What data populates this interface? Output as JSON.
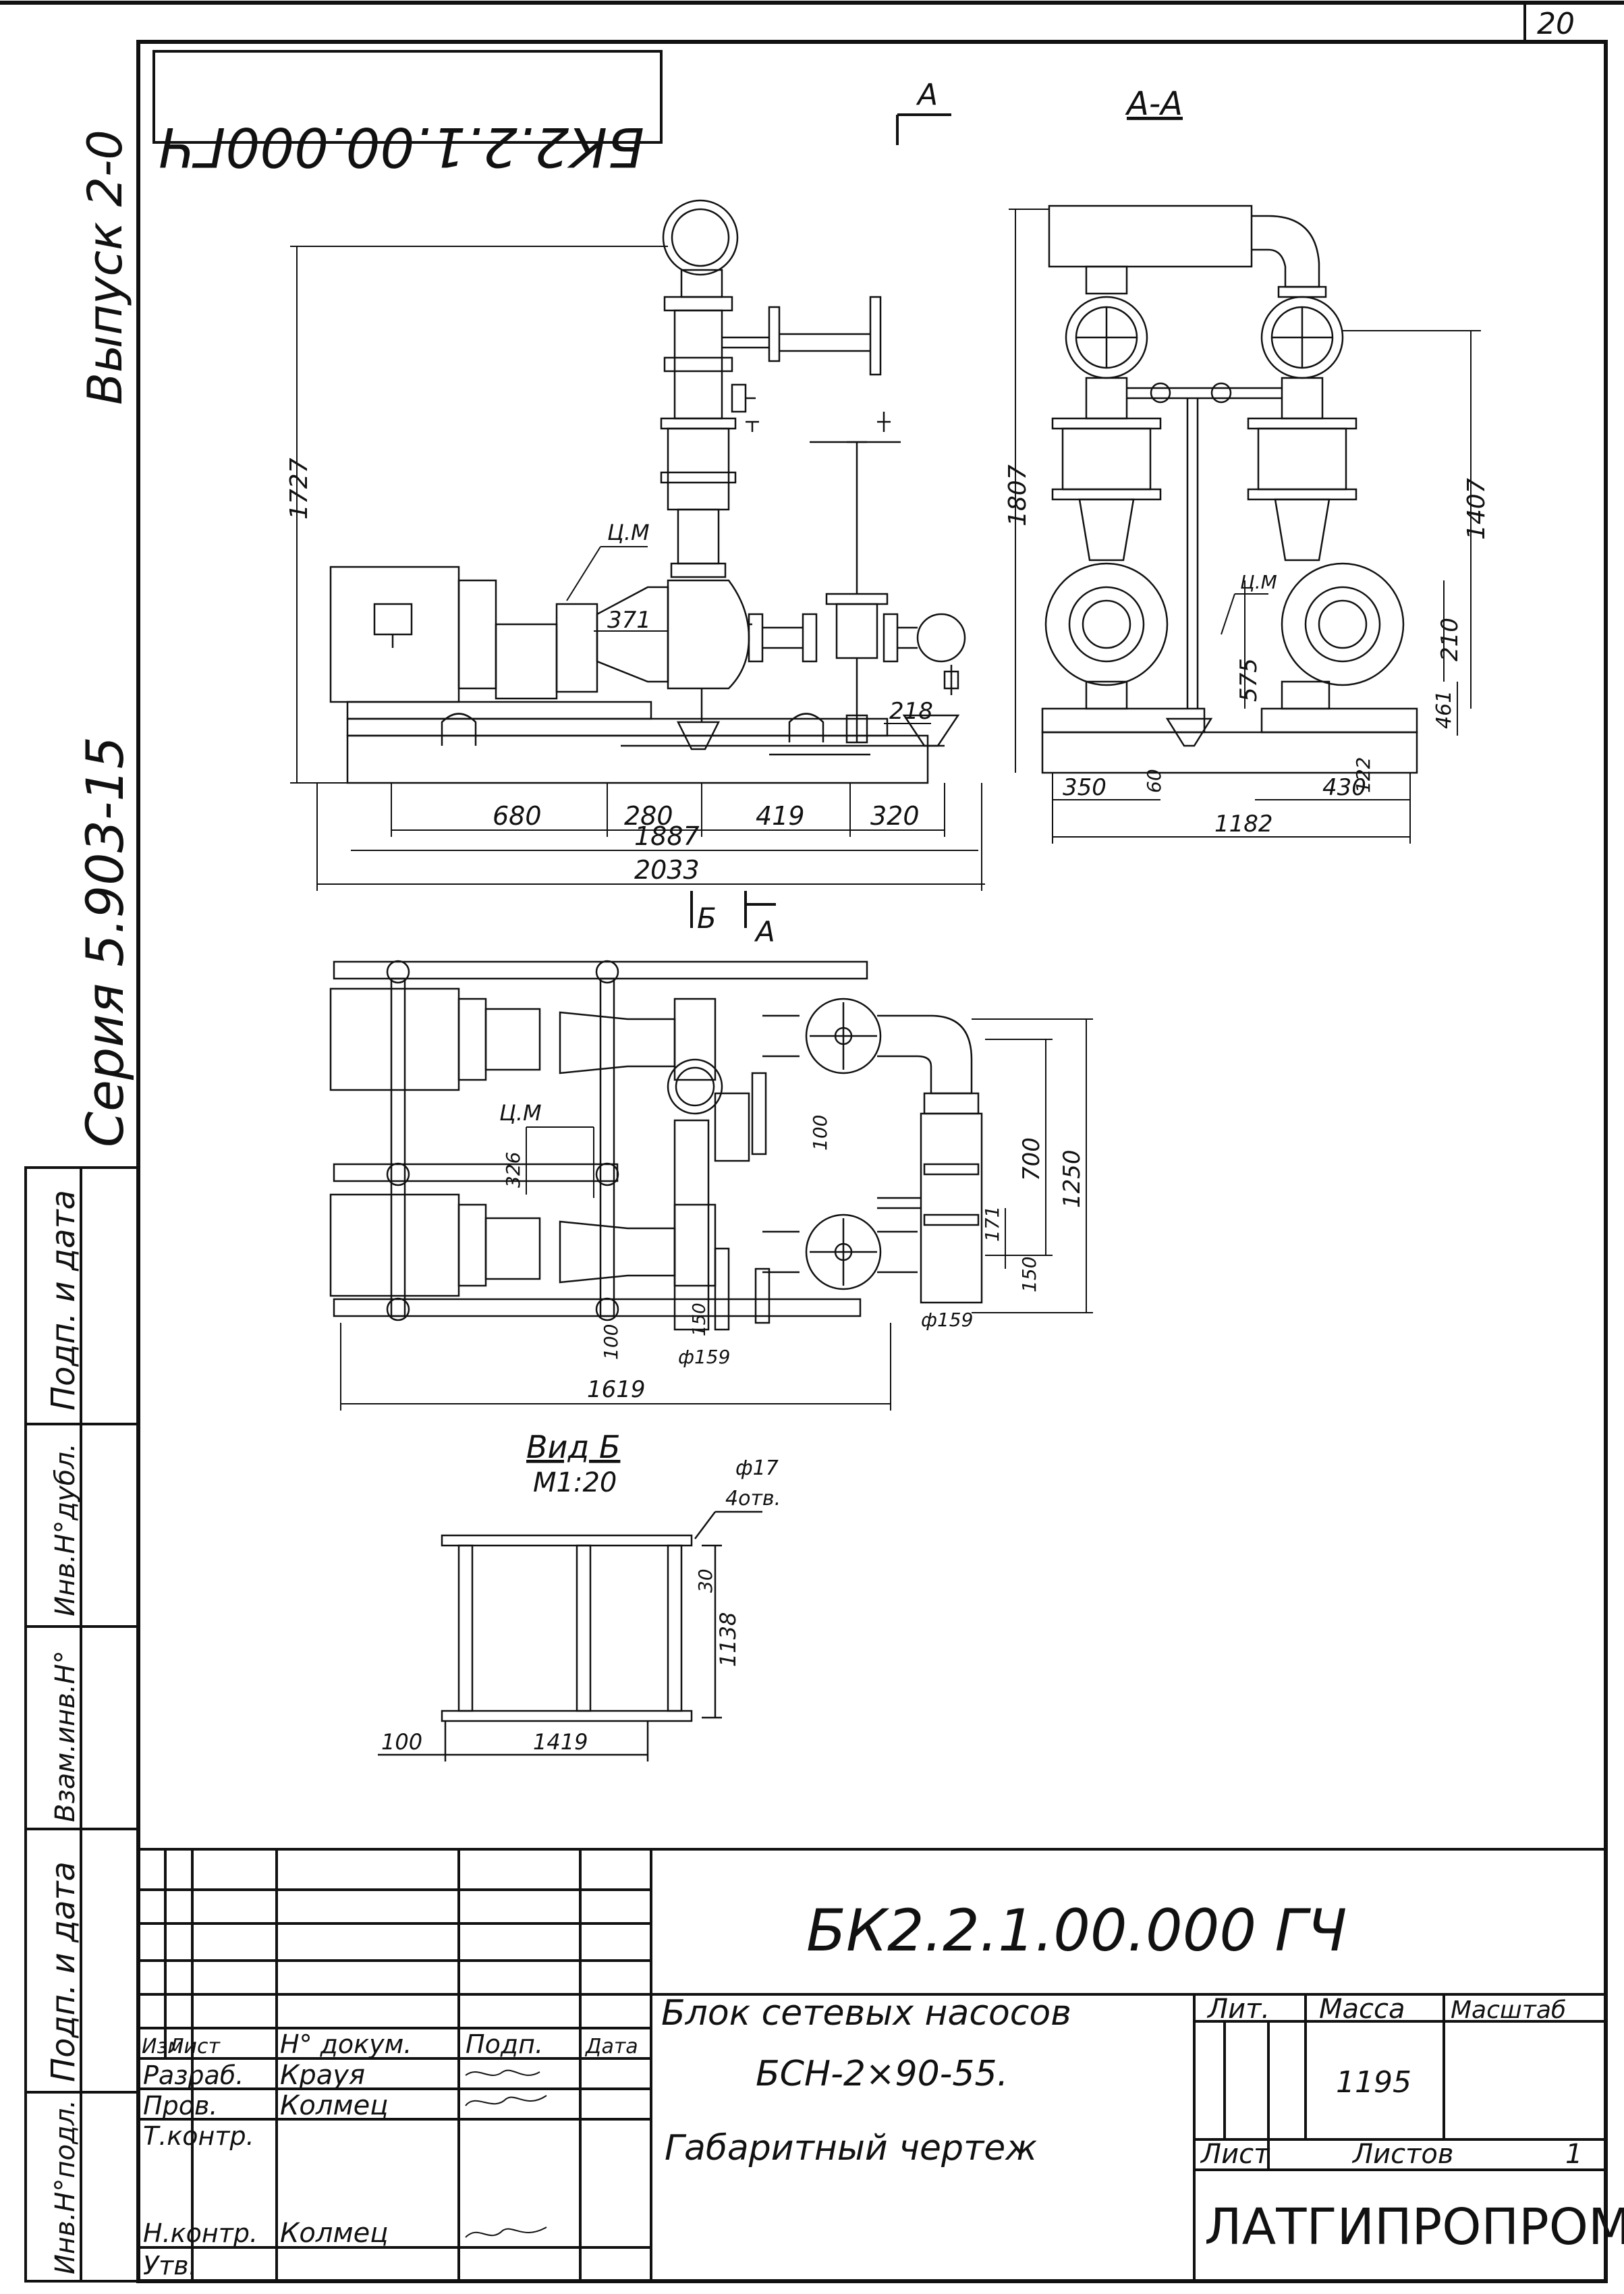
{
  "sheet_number": "20",
  "rotated_code": "БК2.2.1.00.000ГЧ",
  "vypusk": "Выпуск 2-0",
  "seriya": "Серия 5.903-15",
  "section_mark_a": "А",
  "section_title": "А-А",
  "section_mark_b": "Б",
  "view_b_title": "Вид Б",
  "view_b_scale": "М1:20",
  "callouts": {
    "cm1": "Ц.М",
    "cm2": "Ц.М",
    "cm3": "Ц.М"
  },
  "dims_front": {
    "height": "1727",
    "d371": "371",
    "d218": "218",
    "d680": "680",
    "d280": "280",
    "d419": "419",
    "d320": "320",
    "d1887": "1887",
    "d2033": "2033"
  },
  "dims_section": {
    "height": "1807",
    "d1407": "1407",
    "d210": "210",
    "d575": "575",
    "d461": "461",
    "d60": "60",
    "d122": "122",
    "d350": "350",
    "d430": "430",
    "d1182": "1182"
  },
  "dims_plan": {
    "d326": "326",
    "d100a": "100",
    "d700": "700",
    "d1250": "1250",
    "d171": "171",
    "d150a": "150",
    "d150b": "150",
    "phi159a": "ф159",
    "phi159b": "ф159",
    "d100b": "100",
    "d1619": "1619"
  },
  "dims_view_b": {
    "holes": "ф17",
    "holes2": "4отв.",
    "d30": "30",
    "d1138": "1138",
    "d100": "100",
    "d1419": "1419"
  },
  "side_stamp": {
    "labels": [
      "Инв.Н°подл.",
      "Подп. и дата",
      "Взам.инв.Н°",
      "Инв.Н°дубл.",
      "Подп. и дата"
    ]
  },
  "title_block": {
    "designation": "БК2.2.1.00.000 ГЧ",
    "name_line1": "Блок сетевых насосов",
    "name_line2": "БСН-2×90-55.",
    "name_line3": "Габаритный чертеж",
    "header_cols": [
      "Изм",
      "Лист",
      "Н° докум.",
      "Подп.",
      "Дата"
    ],
    "rows": [
      {
        "role": "Разраб.",
        "name": "Крауя"
      },
      {
        "role": "Пров.",
        "name": "Колмец"
      },
      {
        "role": "Т.контр.",
        "name": ""
      },
      {
        "role": "Н.контр.",
        "name": "Колмец"
      },
      {
        "role": "Утв.",
        "name": ""
      }
    ],
    "lit_label": "Лит.",
    "mass_label": "Масса",
    "scale_label": "Масштаб",
    "mass_value": "1195",
    "sheet_label": "Лист",
    "sheets_label": "Листов",
    "sheets_value": "1",
    "organization": "ЛАТГИПРОПРОМ"
  }
}
